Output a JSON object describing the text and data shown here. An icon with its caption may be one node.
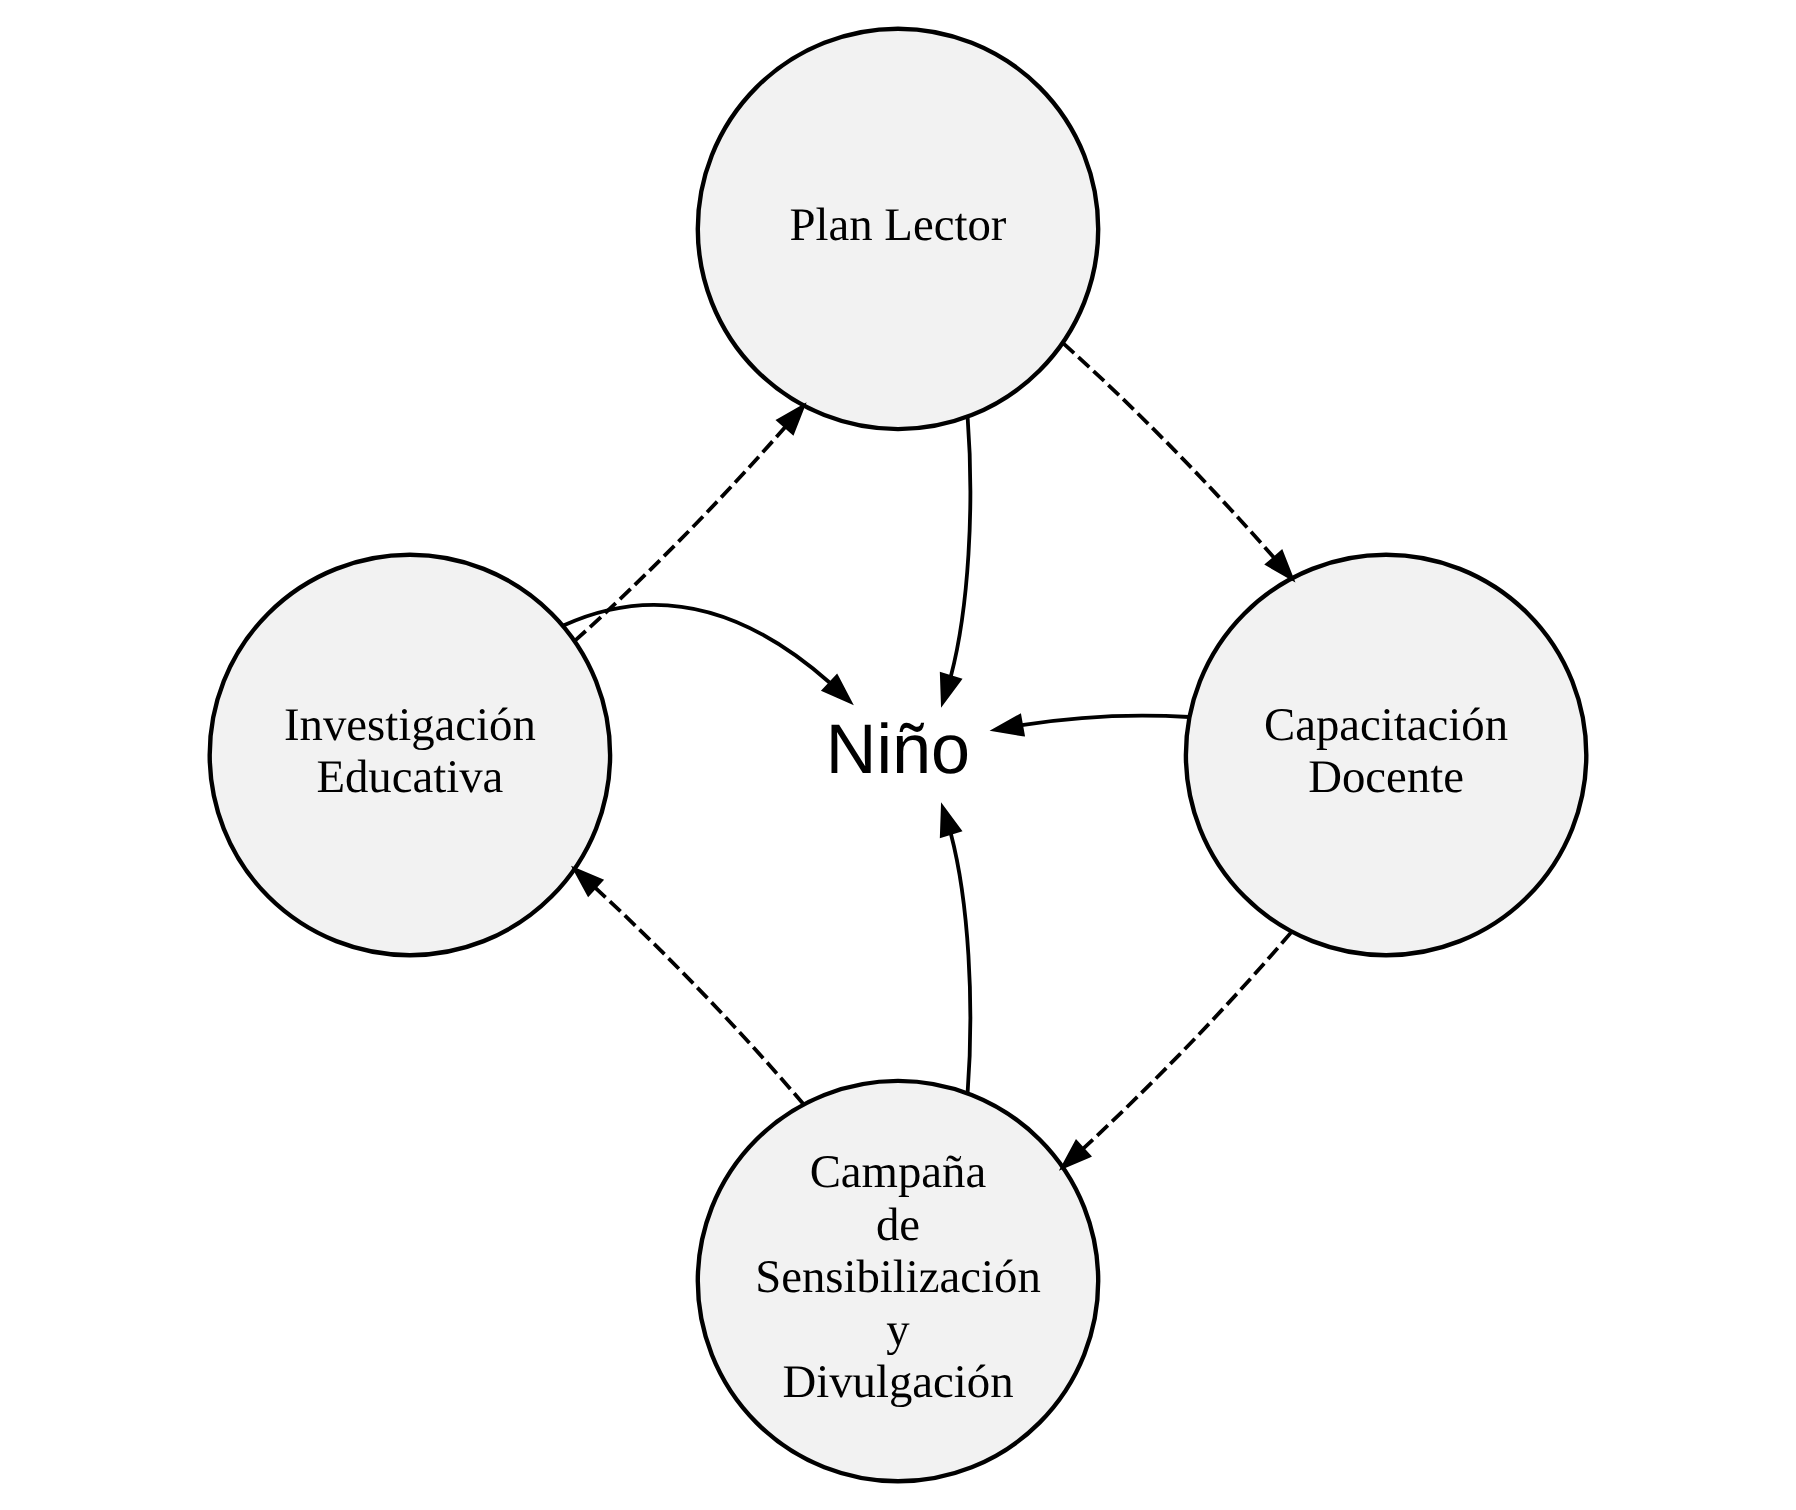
{
  "diagram": {
    "nodes": [
      {
        "text": [
          "Plan Lector"
        ]
      },
      {
        "text": [
          "Investigación Educativa"
        ]
      },
      {
        "text": [
          "Niño"
        ]
      },
      {
        "text": [
          "Capacitación Docente"
        ]
      },
      {
        "text": [
          "Campaña de Sensibilización y Divulgación"
        ]
      }
    ],
    "edges": [
      {
        "from": 1,
        "to": 0,
        "arrow": "to",
        "style": "dashed"
      },
      {
        "from": 0,
        "to": 3,
        "arrow": "to",
        "style": "dashed"
      },
      {
        "from": 3,
        "to": 4,
        "arrow": "to",
        "style": "dashed"
      },
      {
        "from": 4,
        "to": 1,
        "arrow": "to",
        "style": "dashed"
      },
      {
        "from": 0,
        "to": 2,
        "arrow": "to"
      },
      {
        "from": 1,
        "to": 2,
        "arrow": "to"
      },
      {
        "from": 3,
        "to": 2,
        "arrow": "to"
      },
      {
        "from": 4,
        "to": 2,
        "arrow": "to"
      }
    ]
  }
}
